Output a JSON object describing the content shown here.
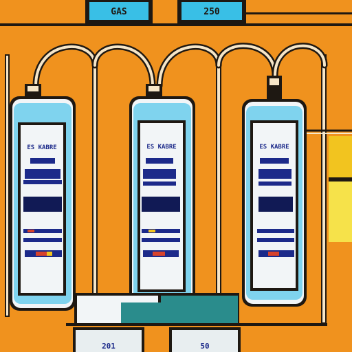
{
  "top_displays": [
    {
      "label": "GAS"
    },
    {
      "label": "250"
    }
  ],
  "cylinders": [
    {
      "label": "ES KABRE"
    },
    {
      "label": "ES KABRE"
    },
    {
      "label": "ES KABRE"
    }
  ],
  "bottom_units": [
    {
      "label": "201"
    },
    {
      "label": "50"
    }
  ],
  "colors": {
    "background": "#f0921e",
    "outline": "#1e1812",
    "display_cyan": "#39bfe6",
    "cylinder_white": "#f2f5f7",
    "cylinder_cyan": "#7fd3ee",
    "screen_navy": "#1c2a8a",
    "accent_yellow": "#f2c41f",
    "accent_teal": "#2a8c8c",
    "accent_red": "#d8432c"
  }
}
